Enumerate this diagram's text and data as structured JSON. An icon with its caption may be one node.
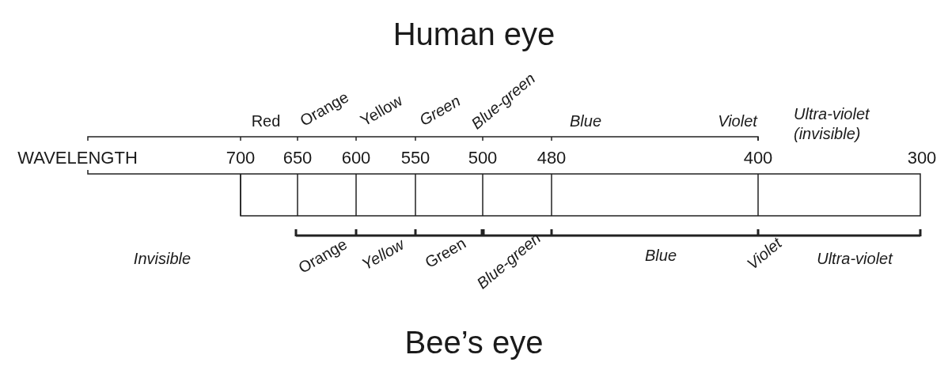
{
  "diagram": {
    "title": "Human eye",
    "caption": "Bee’s eye",
    "labels": [
      "Red",
      "Orange",
      "Yellow",
      "Green",
      "Blue-green",
      "Blue",
      "Violet",
      "Ultra-violet (invisible)",
      "WAVELENGTH",
      "700",
      "650",
      "600",
      "550",
      "500",
      "480",
      "400",
      "300",
      "Invisible",
      "Orange",
      "Yellow",
      "Green",
      "Blue-green",
      "Blue",
      "Violet",
      "Ultra-violet"
    ]
  }
}
